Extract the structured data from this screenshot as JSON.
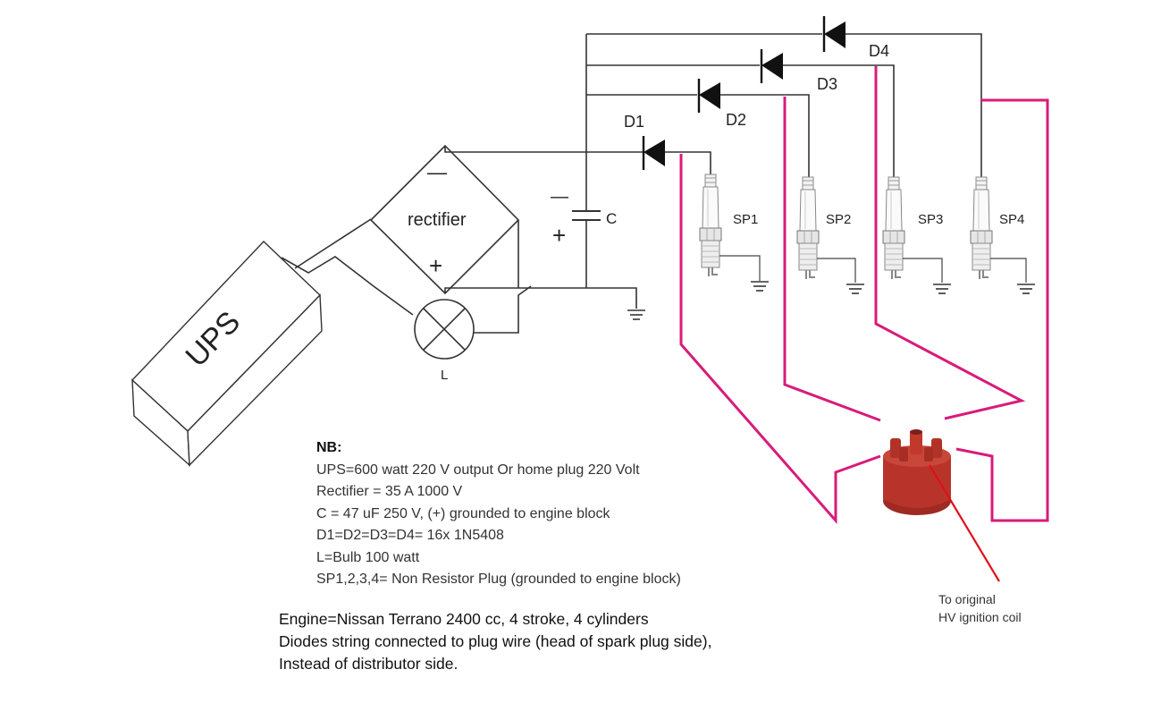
{
  "labels": {
    "ups": "UPS",
    "rectifier": "rectifier",
    "rect_minus": "—",
    "rect_plus": "+",
    "cap_minus": "—",
    "cap_plus": "+",
    "cap": "C",
    "bulb": "L",
    "d1": "D1",
    "d2": "D2",
    "d3": "D3",
    "d4": "D4",
    "sp1": "SP1",
    "sp2": "SP2",
    "sp3": "SP3",
    "sp4": "SP4"
  },
  "notes": {
    "heading": "NB:",
    "lines": [
      "UPS=600 watt 220 V output Or home plug 220 Volt",
      "Rectifier = 35 A 1000 V",
      "C = 47 uF 250 V, (+) grounded to engine block",
      "D1=D2=D3=D4= 16x 1N5408",
      "L=Bulb 100 watt",
      "SP1,2,3,4= Non Resistor Plug (grounded to engine block)"
    ]
  },
  "engine": {
    "lines": [
      "Engine=Nissan Terrano 2400 cc, 4 stroke, 4 cylinders",
      "Diodes string connected to plug wire (head of spark plug side),",
      "Instead of distributor side."
    ]
  },
  "coil_note": {
    "lines": [
      "To original",
      "HV ignition coil"
    ]
  },
  "colors": {
    "plug_wire": "#d81b7a",
    "pointer": "#e0101a",
    "distributor_cap": "#b8342a"
  }
}
